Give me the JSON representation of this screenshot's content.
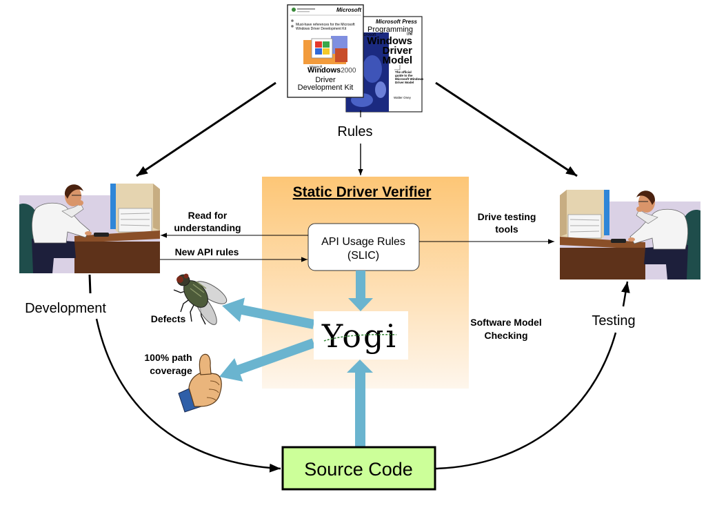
{
  "slide": {
    "colors": {
      "sdv_gradient_top": "#fdc676",
      "sdv_gradient_bottom": "#fef6ec",
      "flow_arrow": "#6ab4cf",
      "source_code_fill": "#ccff99",
      "source_code_text": "#1f2e6e"
    }
  },
  "books": {
    "ddk": {
      "publisher": "Microsoft",
      "tagline_line1": "Must-have references for the Microsoft",
      "tagline_line2": "Windows Driver Development Kit",
      "brand": "Microsoft",
      "product": "Windows",
      "version": "2000",
      "title_line1": "Driver",
      "title_line2": "Development Kit"
    },
    "wdm": {
      "publisher": "Microsoft Press",
      "title_line1": "Programming",
      "title_the": "the",
      "title_brand": "Microsoft",
      "title_line2": "Windows",
      "title_line3": "Driver",
      "title_line4": "Model",
      "blurb": [
        "The official",
        "guide to the",
        "Microsoft Windows",
        "Driver Model"
      ],
      "author": "Walter Oney"
    }
  },
  "rules": {
    "label": "Rules"
  },
  "sdv": {
    "title": "Static Driver Verifier",
    "api_box": {
      "line1": "API Usage Rules",
      "line2": "(SLIC)"
    },
    "engine_logo": "Yogi",
    "technique": {
      "line1": "Software Model",
      "line2": "Checking"
    }
  },
  "edges": {
    "read": {
      "line1": "Read for",
      "line2": "understanding"
    },
    "new_rules": "New API rules",
    "drive_testing": {
      "line1": "Drive testing",
      "line2": "tools"
    }
  },
  "roles": {
    "development": "Development",
    "testing": "Testing"
  },
  "outputs": {
    "defects": {
      "label": "Defects",
      "icon": "fly-icon"
    },
    "coverage": {
      "line1": "100% path",
      "line2": "coverage",
      "icon": "thumbs-up-icon"
    }
  },
  "source": {
    "label": "Source Code"
  }
}
